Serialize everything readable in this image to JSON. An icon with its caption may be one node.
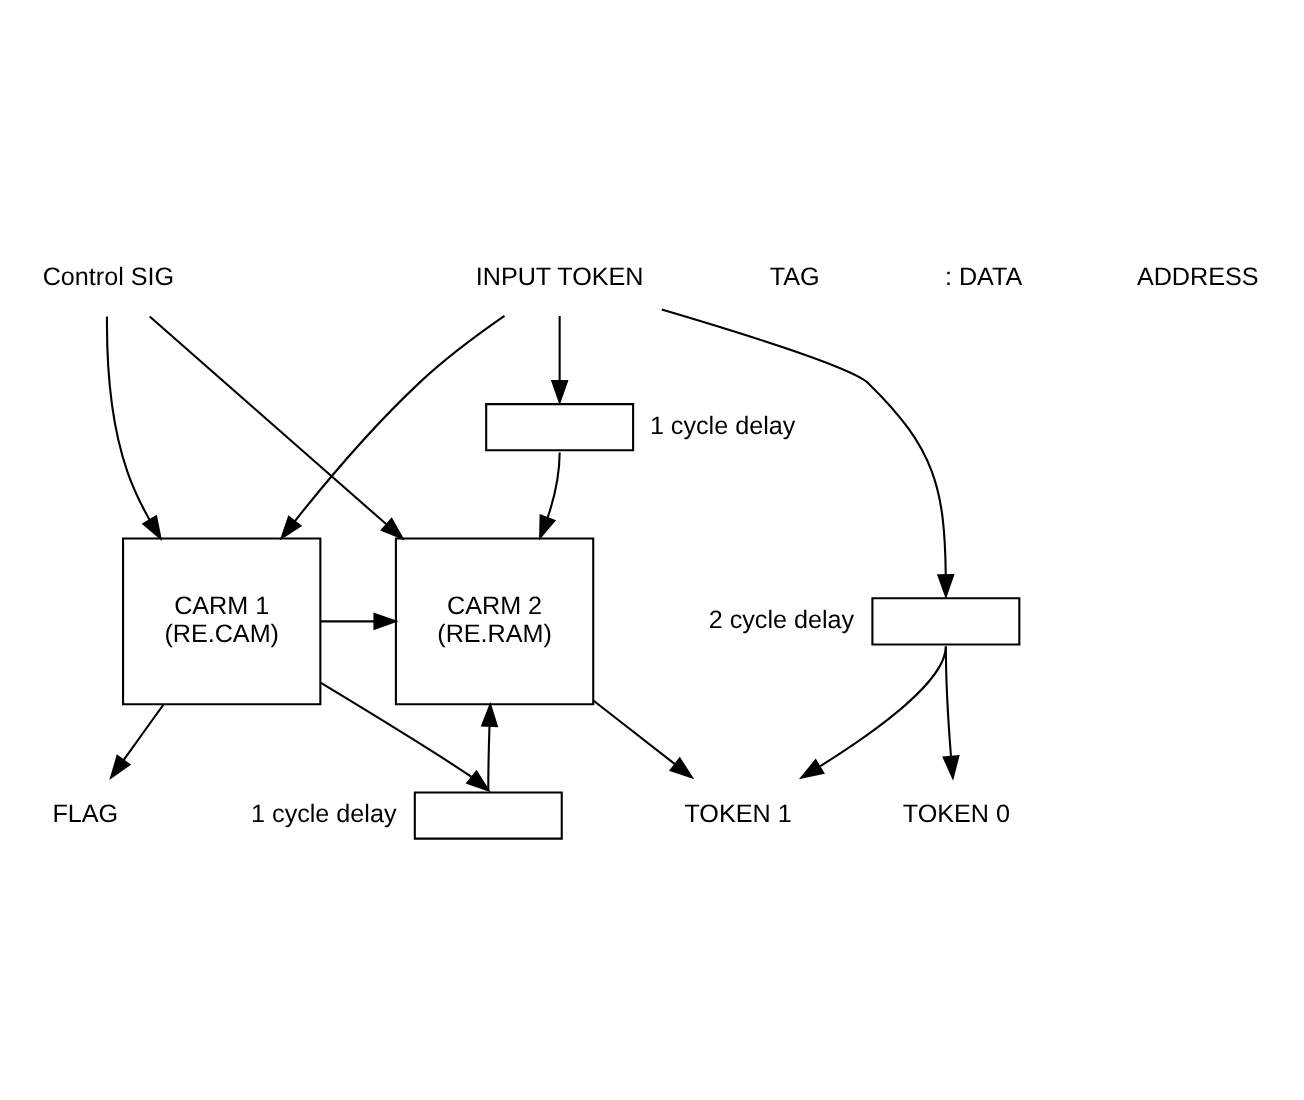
{
  "diagram": {
    "nodes": [
      {
        "text": [
          "Control SIG"
        ]
      },
      {
        "text": [
          "INPUT TOKEN"
        ]
      },
      {
        "text": [],
        "shape": "box",
        "beside": [
          "2 cycle delay"
        ]
      },
      {
        "text": [],
        "shape": "box",
        "beside": [
          "1 cycle delay"
        ]
      },
      {
        "text": [
          "CARM 1",
          "(RE.CAM)"
        ]
      },
      {
        "text": [
          "CARM 2",
          "(RE.RAM)"
        ]
      },
      {
        "text": [],
        "shape": "box",
        "beside": [
          "1 cycle delay"
        ]
      },
      {
        "text": [
          "TOKEN 0"
        ]
      },
      {
        "text": [
          "FLAG"
        ]
      },
      {
        "text": [
          "TOKEN 1"
        ]
      }
    ],
    "edges": [
      {
        "from": 1,
        "to": 2,
        "arrow": "to"
      },
      {
        "from": 1,
        "to": 4,
        "arrow": "to"
      },
      {
        "from": 1,
        "to": 3,
        "arrow": "to"
      },
      {
        "from": 0,
        "to": 4,
        "arrow": "to"
      },
      {
        "from": 0,
        "to": 5,
        "arrow": "to"
      },
      {
        "from": 3,
        "to": 5,
        "arrow": "to"
      },
      {
        "from": 4,
        "to": 6,
        "arrow": "to"
      },
      {
        "from": 6,
        "to": 5,
        "arrow": "to"
      },
      {
        "from": 4,
        "to": 5,
        "arrow": "to"
      },
      {
        "from": 4,
        "to": 8,
        "arrow": "to"
      },
      {
        "from": 2,
        "to": 7,
        "arrow": "to"
      },
      {
        "from": 2,
        "to": 9,
        "arrow": "to"
      },
      {
        "from": 5,
        "to": 9,
        "arrow": "to"
      }
    ],
    "labels": [
      "TAG",
      ": DATA",
      "ADDRESS"
    ]
  }
}
